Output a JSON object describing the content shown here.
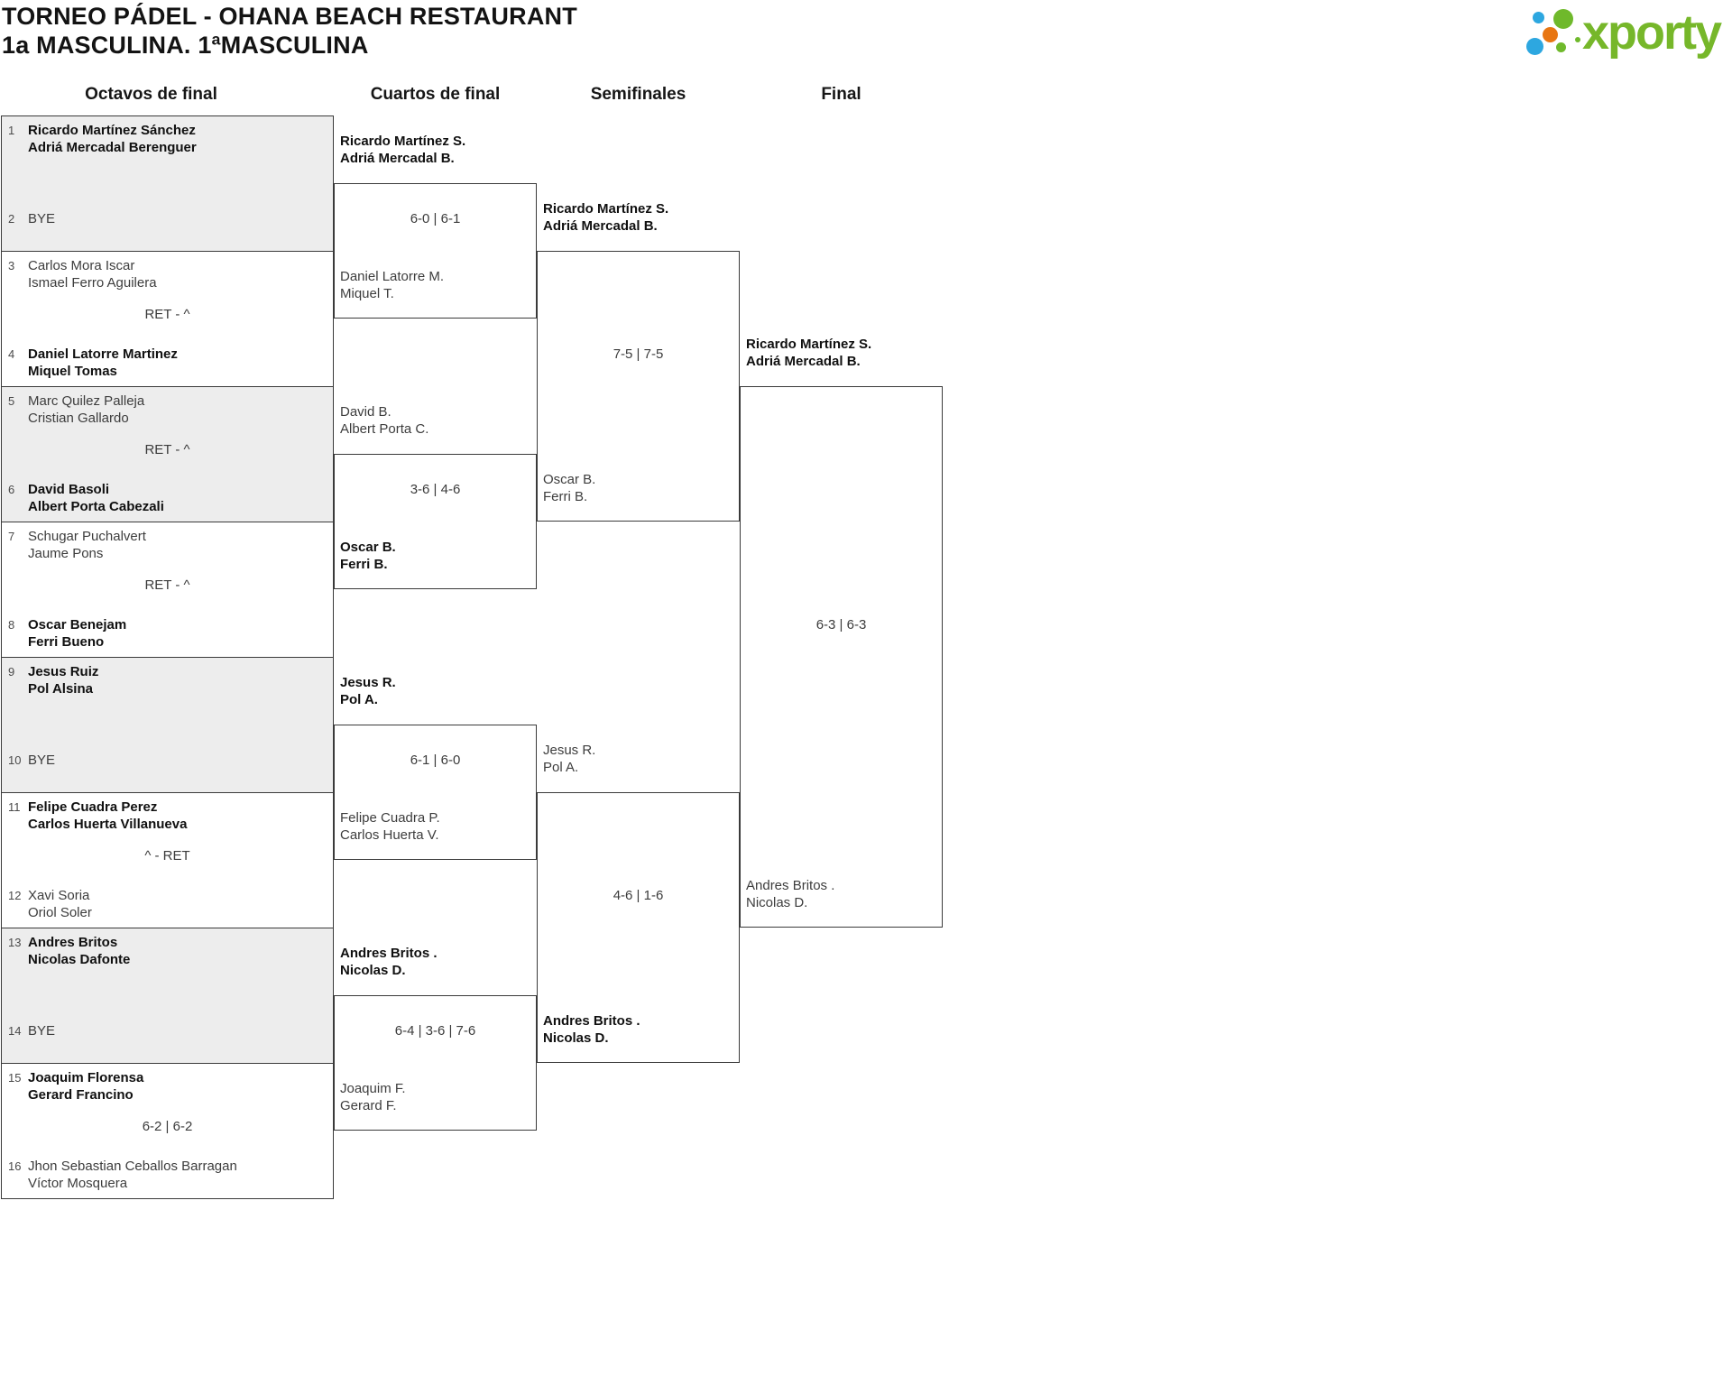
{
  "header": {
    "title": "TORNEO PÁDEL - OHANA BEACH RESTAURANT",
    "subtitle": "1a MASCULINA. 1ªMASCULINA"
  },
  "logo": {
    "brand": "xporty"
  },
  "colors": {
    "brand_green": "#76b72a",
    "brand_blue": "#2da7e0",
    "brand_orange": "#e87612",
    "box_shade": "#ededed",
    "line": "#3a3a3a"
  },
  "rounds": [
    {
      "label": "Octavos de final"
    },
    {
      "label": "Cuartos de final"
    },
    {
      "label": "Semifinales"
    },
    {
      "label": "Final"
    }
  ],
  "octavos": [
    {
      "seedA": "1",
      "teamA": [
        "Ricardo Martínez Sánchez",
        "Adriá Mercadal Berenguer"
      ],
      "seedB": "2",
      "teamB": [
        "BYE"
      ],
      "score": "",
      "winner": "A"
    },
    {
      "seedA": "3",
      "teamA": [
        "Carlos Mora Iscar",
        "Ismael Ferro Aguilera"
      ],
      "seedB": "4",
      "teamB": [
        "Daniel Latorre Martinez",
        "Miquel Tomas"
      ],
      "score": "RET - ^",
      "winner": "B"
    },
    {
      "seedA": "5",
      "teamA": [
        "Marc Quilez Palleja",
        "Cristian Gallardo"
      ],
      "seedB": "6",
      "teamB": [
        "David Basoli",
        "Albert Porta Cabezali"
      ],
      "score": "RET - ^",
      "winner": "B"
    },
    {
      "seedA": "7",
      "teamA": [
        "Schugar Puchalvert",
        "Jaume Pons"
      ],
      "seedB": "8",
      "teamB": [
        "Oscar Benejam",
        "Ferri Bueno"
      ],
      "score": "RET - ^",
      "winner": "B"
    },
    {
      "seedA": "9",
      "teamA": [
        "Jesus Ruiz",
        "Pol Alsina"
      ],
      "seedB": "10",
      "teamB": [
        "BYE"
      ],
      "score": "",
      "winner": "A"
    },
    {
      "seedA": "11",
      "teamA": [
        "Felipe Cuadra Perez",
        "Carlos Huerta Villanueva"
      ],
      "seedB": "12",
      "teamB": [
        "Xavi Soria",
        "Oriol Soler"
      ],
      "score": "^ - RET",
      "winner": "A"
    },
    {
      "seedA": "13",
      "teamA": [
        "Andres Britos",
        "Nicolas Dafonte"
      ],
      "seedB": "14",
      "teamB": [
        "BYE"
      ],
      "score": "",
      "winner": "A"
    },
    {
      "seedA": "15",
      "teamA": [
        "Joaquim Florensa",
        "Gerard Francino"
      ],
      "seedB": "16",
      "teamB": [
        "Jhon Sebastian Ceballos Barragan",
        "Víctor Mosquera"
      ],
      "score": "6-2 | 6-2",
      "winner": "A"
    }
  ],
  "cuartos": [
    {
      "top": [
        "Ricardo Martínez S.",
        "Adriá Mercadal B."
      ],
      "score": "6-0 | 6-1",
      "bottom": [
        "Daniel Latorre M.",
        "Miquel T."
      ],
      "winner": "top"
    },
    {
      "top": [
        "David B.",
        "Albert Porta C."
      ],
      "score": "3-6 | 4-6",
      "bottom": [
        "Oscar B.",
        "Ferri B."
      ],
      "winner": "bottom"
    },
    {
      "top": [
        "Jesus R.",
        "Pol A."
      ],
      "score": "6-1 | 6-0",
      "bottom": [
        "Felipe Cuadra P.",
        "Carlos Huerta V."
      ],
      "winner": "top"
    },
    {
      "top": [
        "Andres Britos .",
        "Nicolas D."
      ],
      "score": "6-4 | 3-6 | 7-6",
      "bottom": [
        "Joaquim F.",
        "Gerard F."
      ],
      "winner": "top"
    }
  ],
  "semifinales": [
    {
      "top": [
        "Ricardo Martínez S.",
        "Adriá Mercadal B."
      ],
      "score": "7-5 | 7-5",
      "bottom": [
        "Oscar B.",
        "Ferri B."
      ],
      "winner": "top"
    },
    {
      "top": [
        "Jesus R.",
        "Pol A."
      ],
      "score": "4-6 | 1-6",
      "bottom": [
        "Andres Britos .",
        "Nicolas D."
      ],
      "winner": "bottom"
    }
  ],
  "final": {
    "top": [
      "Ricardo Martínez S.",
      "Adriá Mercadal B."
    ],
    "score": "6-3 | 6-3",
    "bottom": [
      "Andres Britos .",
      "Nicolas D."
    ],
    "winner": "top"
  }
}
